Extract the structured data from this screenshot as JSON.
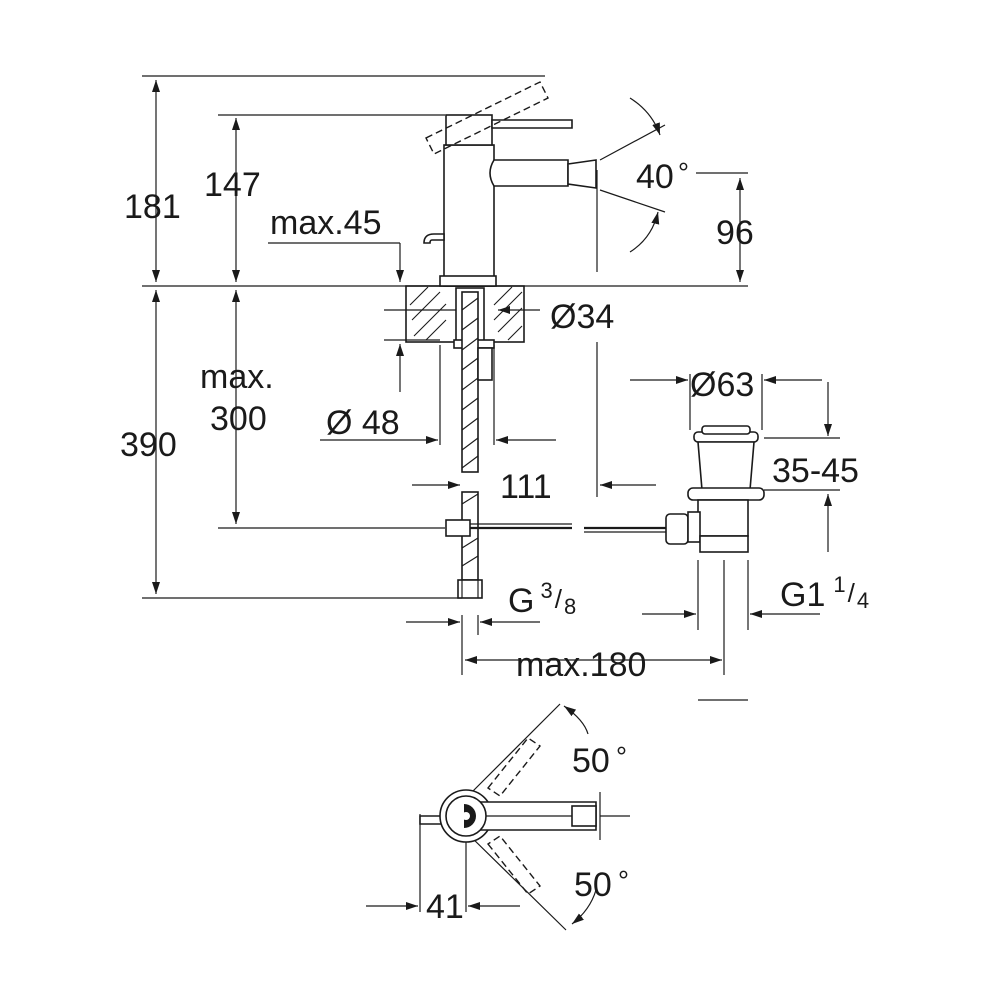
{
  "side_view": {
    "dim_total_height": "181",
    "dim_lever_height": "147",
    "dim_max_deck": "max.45",
    "dim_spout_angle": "40",
    "dim_spout_height": "96",
    "dim_hole_diameter": "Ø34",
    "dim_max_under_label": "max.",
    "dim_max_under_value": "300",
    "dim_body_diameter": "Ø 48",
    "dim_under_height": "390",
    "dim_reach": "111",
    "dim_waste_diameter": "Ø63",
    "dim_waste_range": "35-45",
    "dim_connection_main": "G",
    "dim_connection_sup": "3",
    "dim_connection_sub": "8",
    "dim_waste_thread_main": "G1",
    "dim_waste_thread_sup": "1",
    "dim_waste_thread_sub": "4",
    "dim_max_rod": "max.180"
  },
  "top_view": {
    "dim_angle_upper": "50",
    "dim_angle_lower": "50",
    "dim_offset": "41"
  },
  "degree_symbol": "°",
  "fraction_slash": "/"
}
